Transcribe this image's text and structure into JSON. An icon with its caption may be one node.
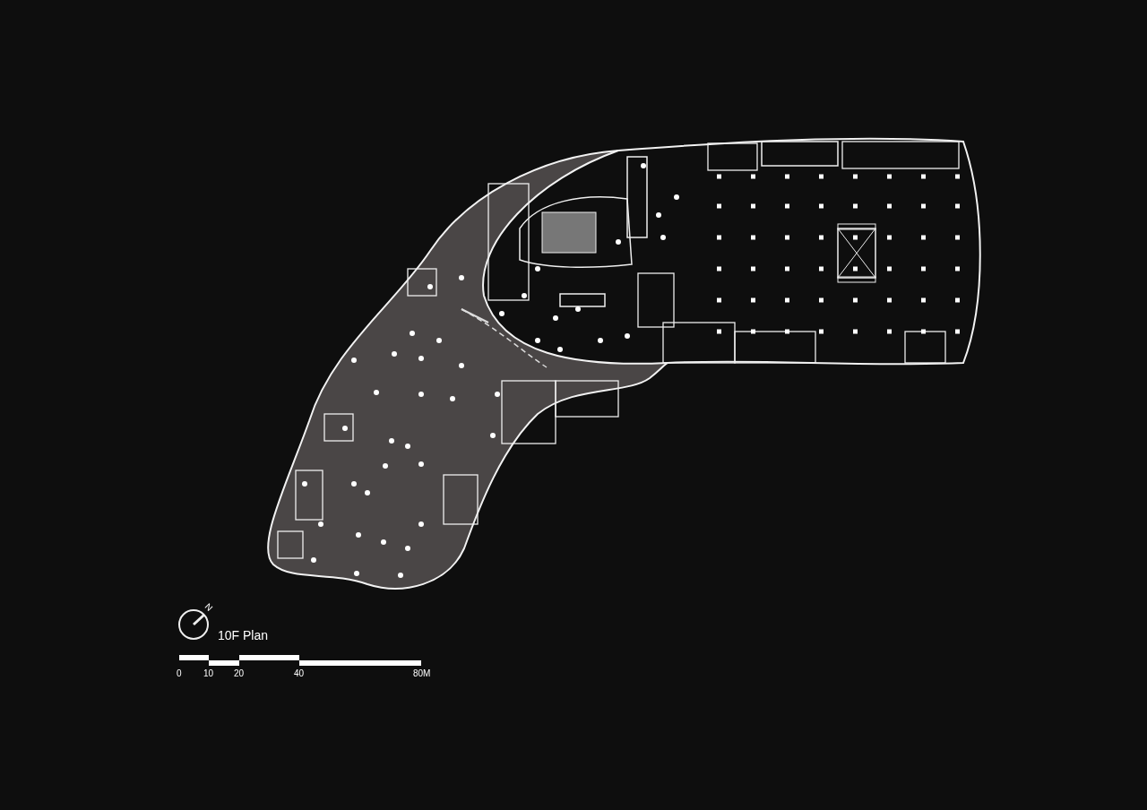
{
  "diagram": {
    "title": "10F Plan",
    "labels": [
      "N",
      "0",
      "10",
      "20",
      "40",
      "80M"
    ]
  }
}
